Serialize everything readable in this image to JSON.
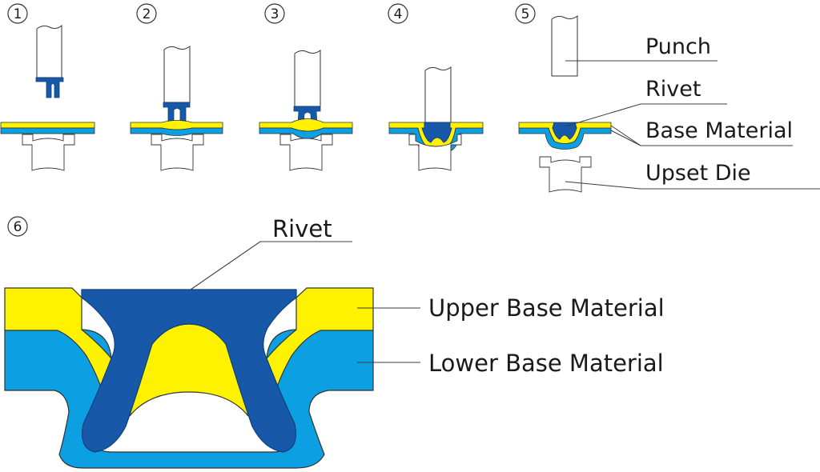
{
  "colors": {
    "rivet": "#1759a8",
    "upper_base": "#fff200",
    "lower_base": "#0c9fe2",
    "outline": "#3c3c3c",
    "leader": "#3c3c3c"
  },
  "steps": [
    "1",
    "2",
    "3",
    "4",
    "5",
    "6"
  ],
  "labels": {
    "punch": "Punch",
    "rivet": "Rivet",
    "base_material": "Base Material",
    "upset_die": "Upset Die"
  },
  "detail": {
    "rivet": "Rivet",
    "upper_base_material": "Upper Base Material",
    "lower_base_material": "Lower Base Material"
  }
}
